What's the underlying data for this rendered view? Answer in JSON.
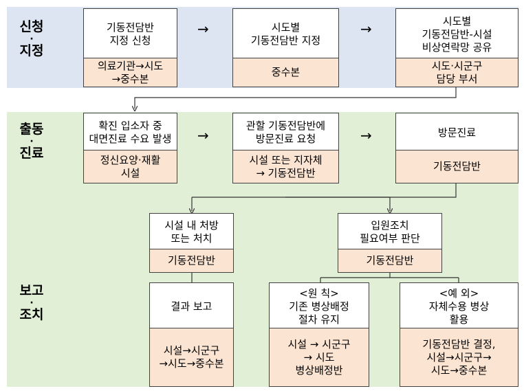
{
  "stages": {
    "s1": {
      "line1": "신청",
      "dot": "·",
      "line2": "지정"
    },
    "s2": {
      "line1": "출동",
      "dot": "·",
      "line2": "진료"
    },
    "s3": {
      "line1": "보고",
      "dot": "·",
      "line2": "조치"
    }
  },
  "arrow_glyph": "→",
  "boxes": {
    "b1": {
      "top": "기동전담반\n지정 신청",
      "bottom": "의료기관→시도\n→중수본"
    },
    "b2": {
      "top": "시도별\n기동전담반 지정",
      "bottom": "중수본"
    },
    "b3": {
      "top": "시도별\n기동전담반-시설\n비상연락망 공유",
      "bottom": "시도·시군구\n담당 부서"
    },
    "b4": {
      "top": "확진 입소자 중\n대면진료 수요 발생",
      "bottom": "정신요양·재활\n시설"
    },
    "b5": {
      "top": "관할 기동전담반에\n방문진료 요청",
      "bottom": "시설 또는 지자체\n→ 기동전담반"
    },
    "b6": {
      "top": "방문진료",
      "bottom": "기동전담반"
    },
    "b7": {
      "top": "시설 내 처방\n또는 처치",
      "bottom": "기동전담반"
    },
    "b8": {
      "top": "입원조치\n필요여부 판단",
      "bottom": "기동전담반"
    },
    "b9": {
      "top": "결과 보고",
      "bottom": "시설→시군구\n→시도→중수본"
    },
    "b10": {
      "top": "<원 칙>\n기존 병상배정\n절차 유지",
      "bottom": "시설 → 시군구\n→ 시도\n병상배정반"
    },
    "b11": {
      "top": "<예 외>\n자체수용 병상\n활용",
      "bottom": "기동전담반 결정,\n시설→시군구→\n시도→중수본"
    }
  }
}
